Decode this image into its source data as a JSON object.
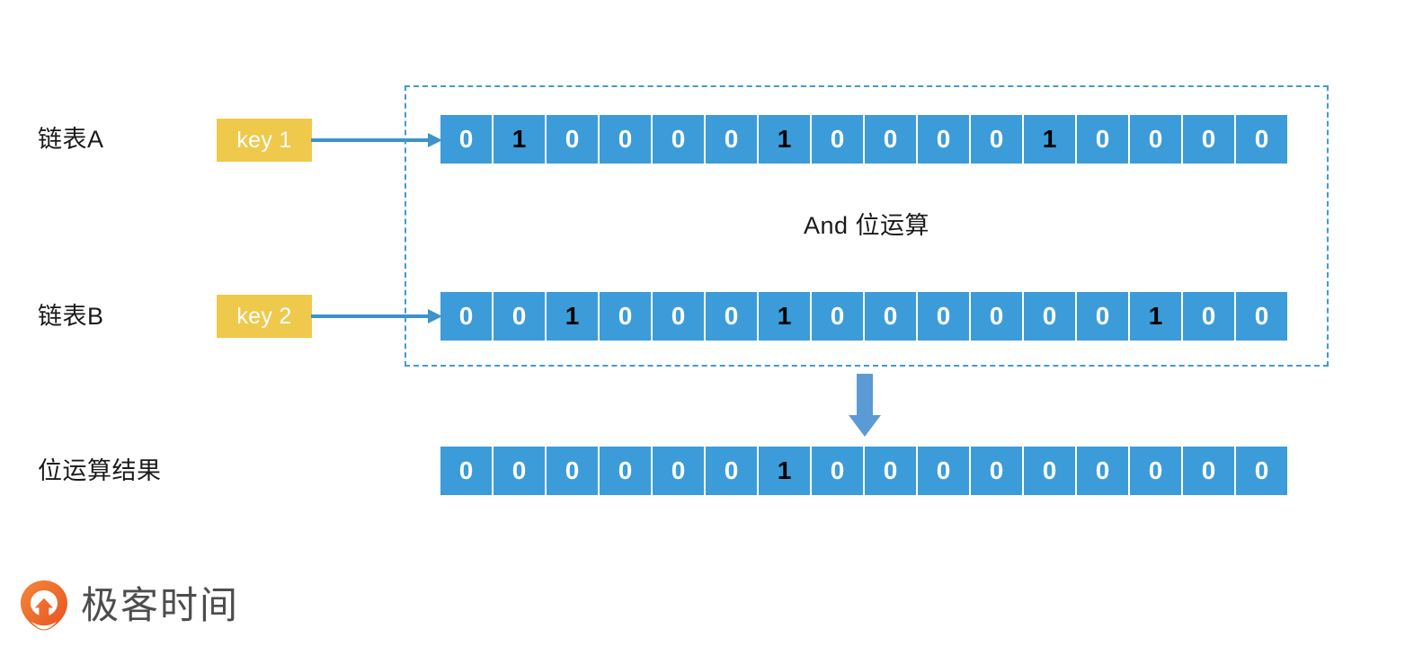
{
  "diagram": {
    "rows": [
      {
        "id": "a",
        "label": "链表A",
        "key_chip": "key 1",
        "bits": [
          0,
          1,
          0,
          0,
          0,
          0,
          1,
          0,
          0,
          0,
          0,
          1,
          0,
          0,
          0,
          0
        ]
      },
      {
        "id": "b",
        "label": "链表B",
        "key_chip": "key 2",
        "bits": [
          0,
          0,
          1,
          0,
          0,
          0,
          1,
          0,
          0,
          0,
          0,
          0,
          0,
          1,
          0,
          0
        ]
      },
      {
        "id": "result",
        "label": "位运算结果",
        "key_chip": null,
        "bits": [
          0,
          0,
          0,
          0,
          0,
          0,
          1,
          0,
          0,
          0,
          0,
          0,
          0,
          0,
          0,
          0
        ]
      }
    ],
    "operation_caption": "And 位运算",
    "bit_count": 16,
    "colors": {
      "bit_cell": "#3b9cd9",
      "bit_zero_text": "#ffffff",
      "bit_one_text": "#000000",
      "key_chip": "#efc94c",
      "key_chip_text": "#ffffff",
      "dashed_border": "#3f9ad6",
      "connector_arrow": "#3d93c9",
      "result_arrow": "#5b9bd5",
      "label_text": "#1a1a1a",
      "brand_orange": "#ec6a28",
      "brand_text": "#4d4d4d"
    }
  },
  "brand": {
    "wordmark": "极客时间",
    "mark_icon": "geektime-pin-icon"
  }
}
